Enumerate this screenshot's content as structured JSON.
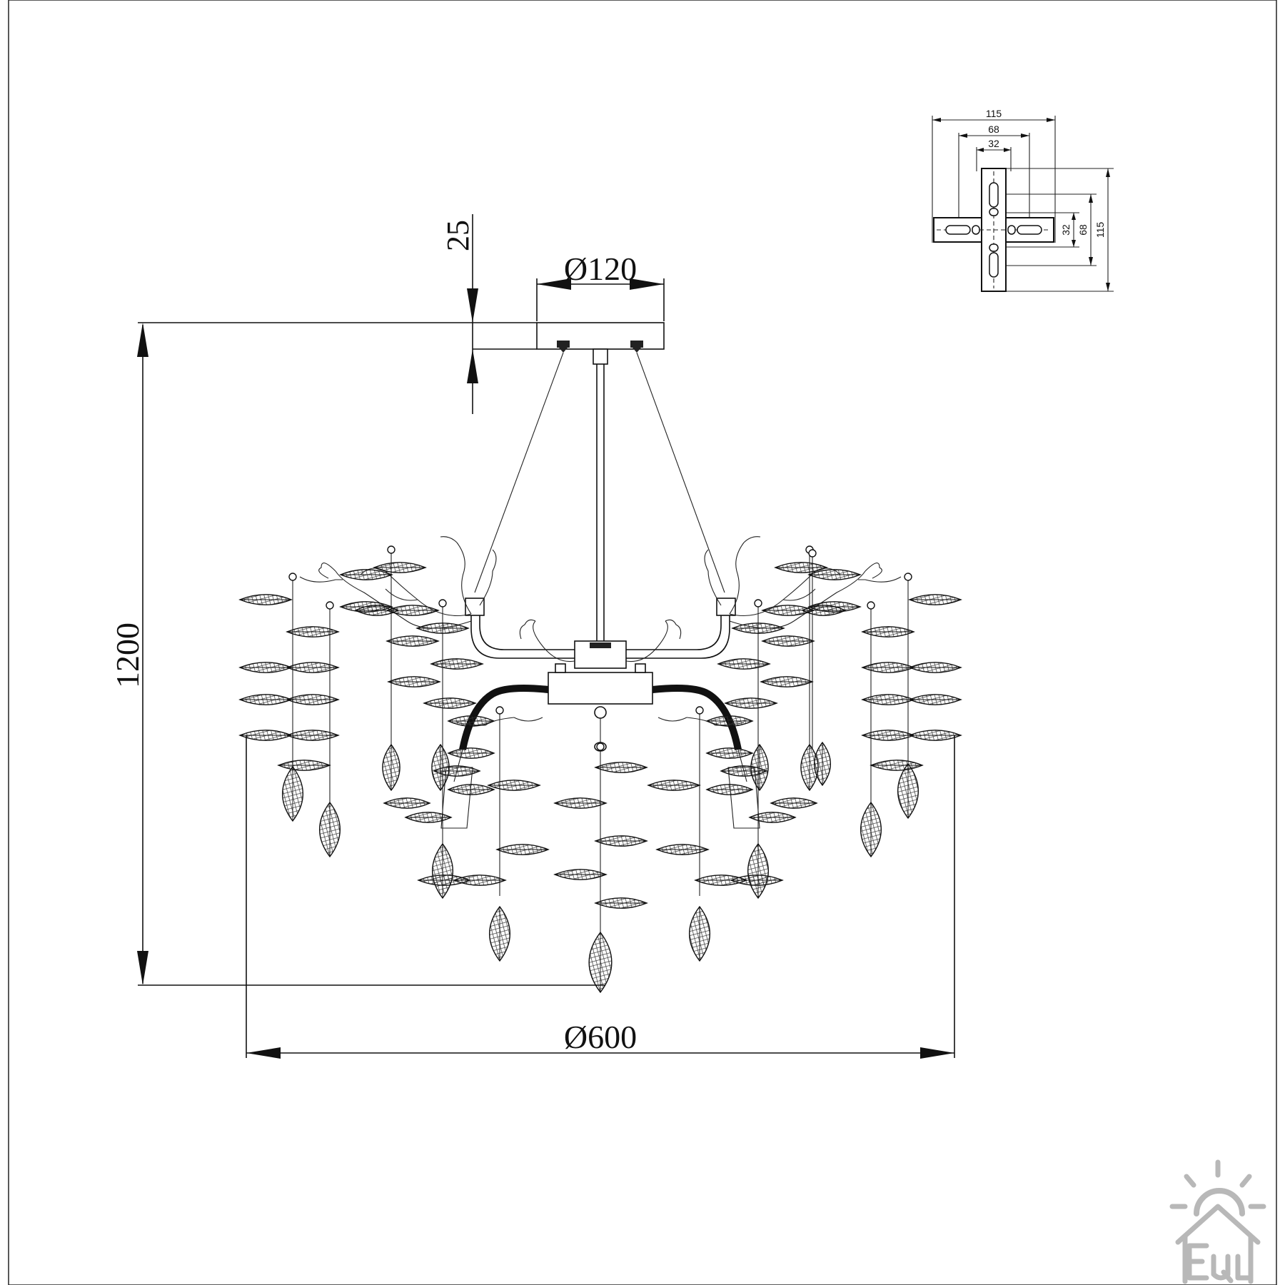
{
  "dimensions": {
    "height_total": "1200",
    "canopy_height": "25",
    "canopy_diameter": "Ø120",
    "fixture_diameter": "Ø600"
  },
  "bracket_dimensions": {
    "width_outer": "115",
    "width_mid": "68",
    "width_inner": "32",
    "height_inner": "32",
    "height_mid": "68",
    "height_outer": "115"
  },
  "logo": {
    "icon": "house-sun-logo-icon",
    "lettering": "EQU",
    "color": "#b8b8b8"
  }
}
